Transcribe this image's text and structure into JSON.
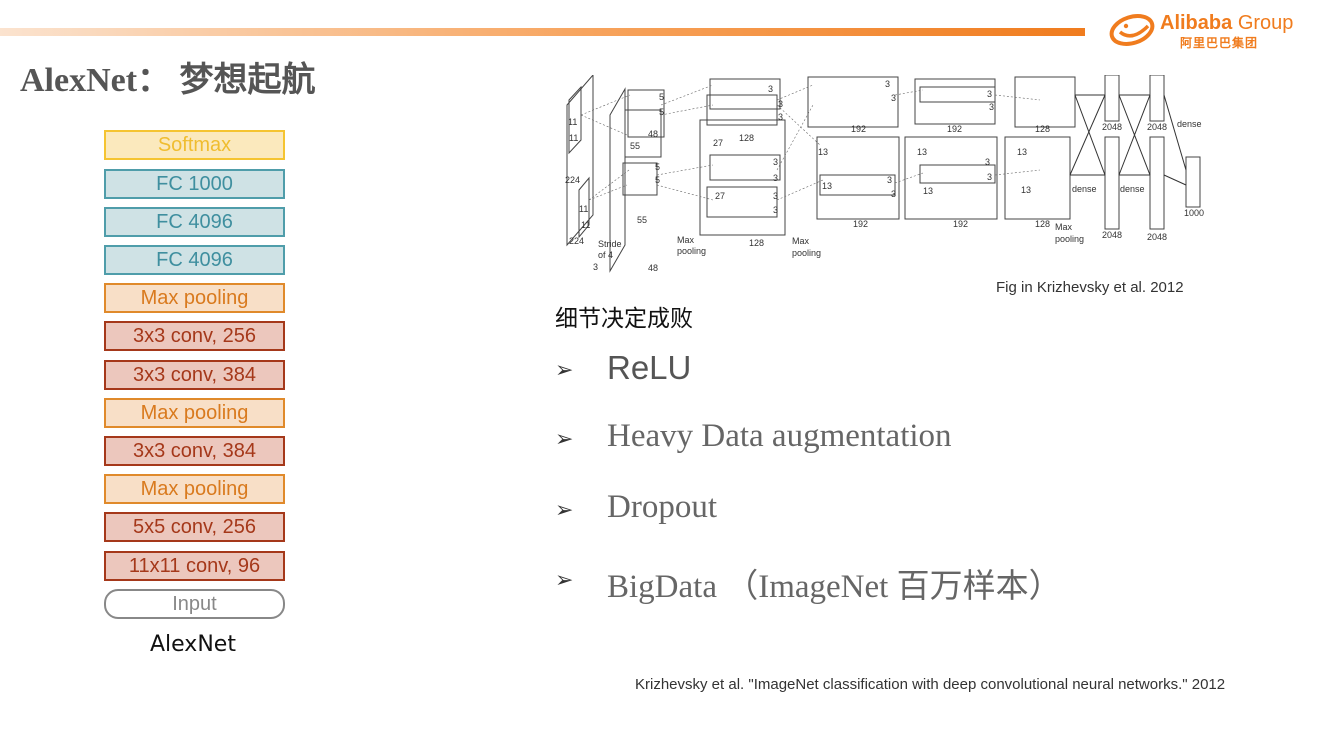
{
  "header": {
    "title": "AlexNet： 梦想起航",
    "logo": {
      "brand": "Alibaba",
      "brand_suffix": "Group",
      "cn": "阿里巴巴集团",
      "icon": "alibaba-smile-icon",
      "color": "#f07c1e"
    }
  },
  "stack": {
    "caption": "AlexNet",
    "layers": [
      {
        "label": "Softmax",
        "kind": "softmax"
      },
      {
        "label": "FC 1000",
        "kind": "fc"
      },
      {
        "label": "FC 4096",
        "kind": "fc"
      },
      {
        "label": "FC 4096",
        "kind": "fc"
      },
      {
        "label": "Max pooling",
        "kind": "pool"
      },
      {
        "label": "3x3 conv, 256",
        "kind": "conv"
      },
      {
        "label": "3x3 conv, 384",
        "kind": "conv"
      },
      {
        "label": "Max pooling",
        "kind": "pool"
      },
      {
        "label": "3x3 conv, 384",
        "kind": "conv"
      },
      {
        "label": "Max pooling",
        "kind": "pool"
      },
      {
        "label": "5x5 conv, 256",
        "kind": "conv"
      },
      {
        "label": "11x11 conv, 96",
        "kind": "conv"
      },
      {
        "label": "Input",
        "kind": "input"
      }
    ]
  },
  "diagram": {
    "caption": "Fig in  Krizhevsky et al. 2012",
    "labels": {
      "n224": "224",
      "n11": "11",
      "n3": "3",
      "n5": "5",
      "n48": "48",
      "n55": "55",
      "n27": "27",
      "n128": "128",
      "n13": "13",
      "n192": "192",
      "n2048": "2048",
      "n1000": "1000",
      "dense": "dense",
      "stride_1": "Stride",
      "stride_2": "of 4",
      "max": "Max",
      "pooling": "pooling"
    }
  },
  "content": {
    "subtitle": "细节决定成败",
    "bullet_symbol": "➢",
    "bullets": [
      "ReLU",
      "Heavy Data augmentation",
      "Dropout",
      "BigData （ImageNet 百万样本）"
    ]
  },
  "citation": "Krizhevsky et al. \"ImageNet classification with deep convolutional neural networks.\" 2012"
}
